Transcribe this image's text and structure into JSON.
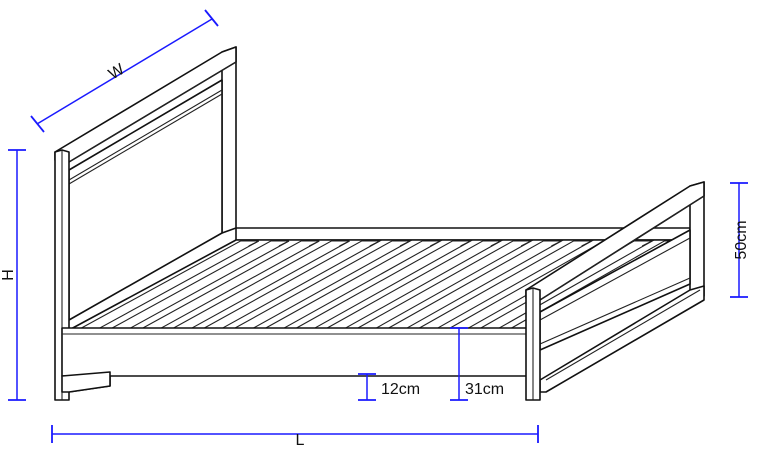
{
  "labels": {
    "width": "W",
    "height": "H",
    "length": "L",
    "leg_clearance": "12cm",
    "deck_height": "31cm",
    "footboard_height": "50cm"
  },
  "colors": {
    "outline": "#111111",
    "dimension": "#1a1aff",
    "background": "#ffffff"
  }
}
